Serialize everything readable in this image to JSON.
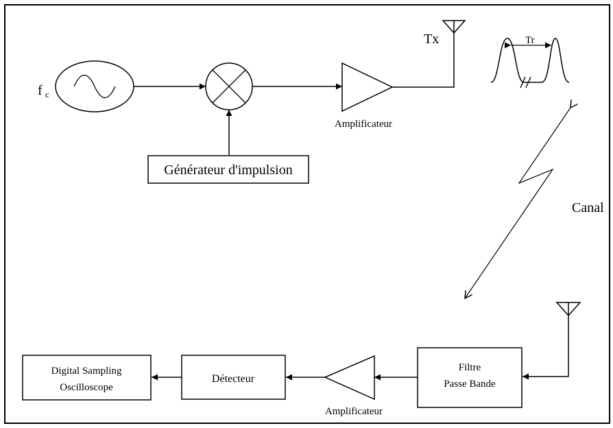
{
  "labels": {
    "fc_main": "f",
    "fc_sub": "c",
    "tx": "Tx",
    "tr": "Tr",
    "generateur": "Générateur d'impulsion",
    "amplificateur_tx": "Amplificateur",
    "canal": "Canal",
    "filtre_line1": "Filtre",
    "filtre_line2": "Passe Bande",
    "amplificateur_rx": "Amplificateur",
    "detecteur": "Détecteur",
    "dso_line1": "Digital Sampling",
    "dso_line2": "Oscilloscope"
  },
  "icons": {
    "oscillator": "sine-wave-icon",
    "mixer": "mixer-cross-icon",
    "antenna": "antenna-icon",
    "pulse_train": "pulse-train-icon",
    "channel_link": "lightning-link-icon"
  },
  "colors": {
    "stroke": "#000000",
    "background": "#ffffff"
  }
}
